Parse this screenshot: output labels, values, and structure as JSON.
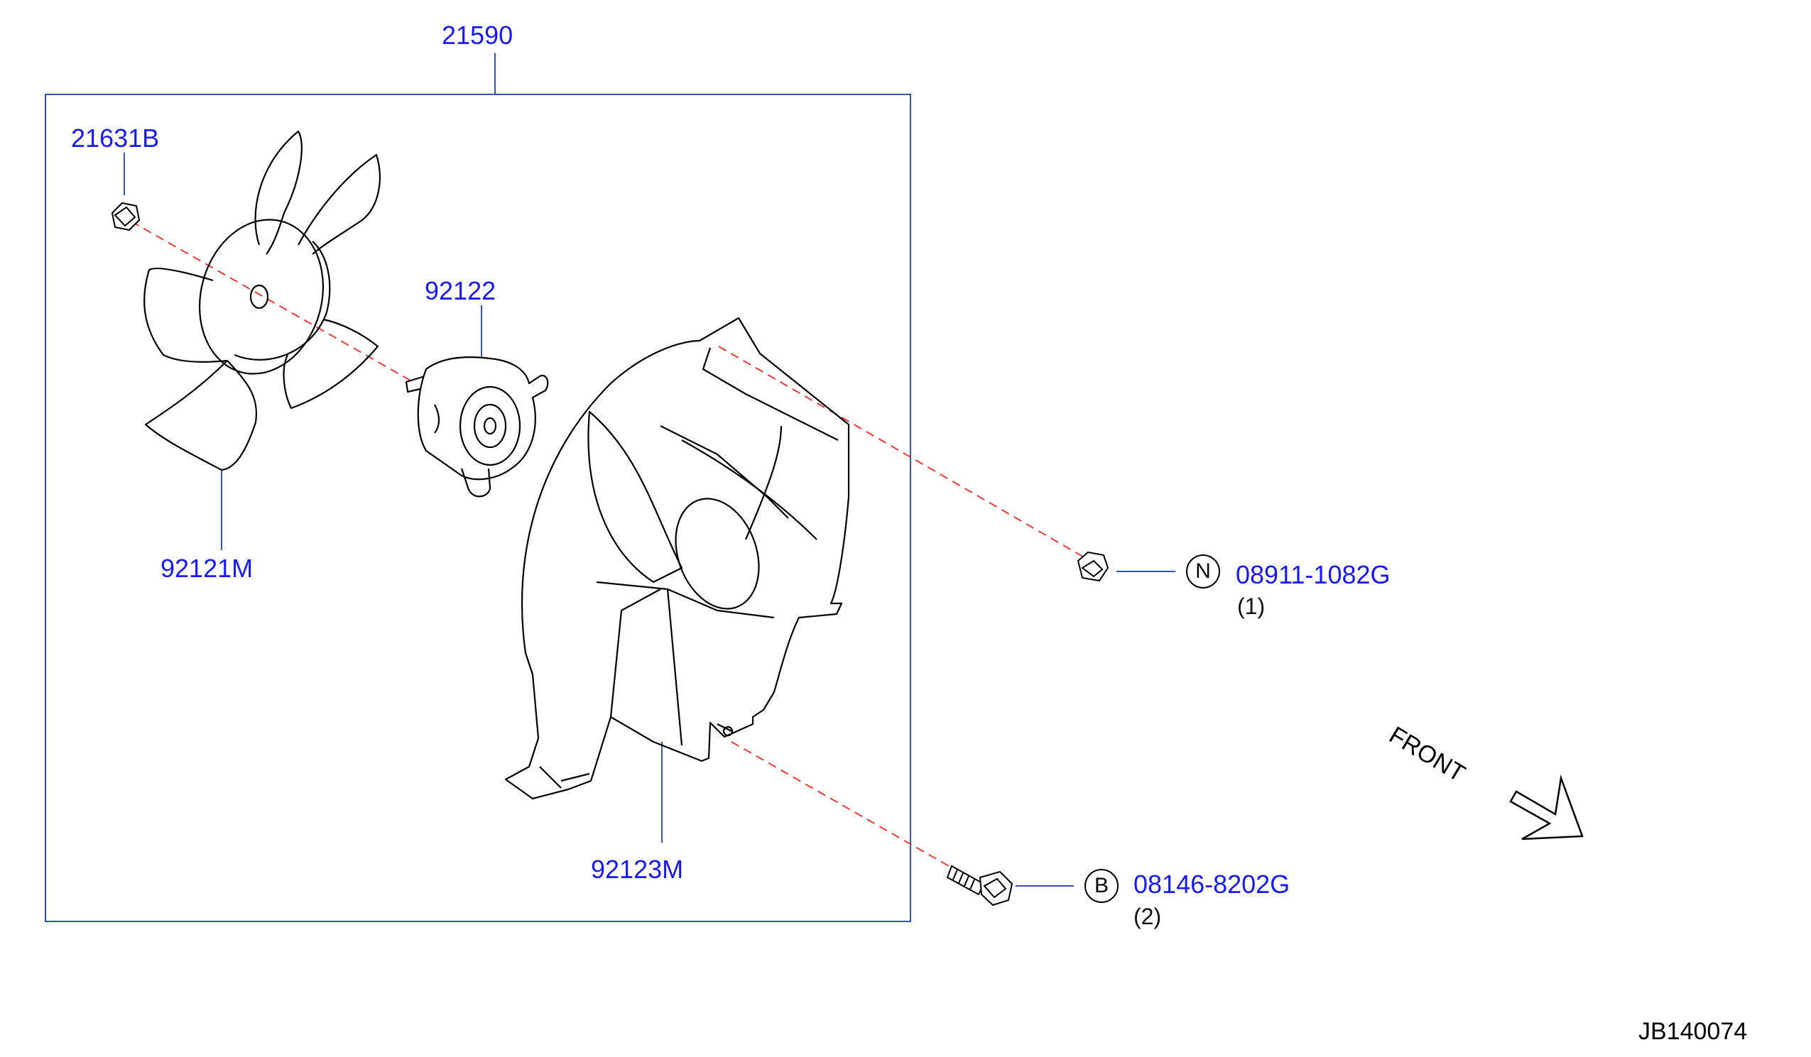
{
  "diagram": {
    "assembly_label": "21590",
    "parts": {
      "nut_small": "21631B",
      "fan_blade": "92121M",
      "motor": "92122",
      "shroud": "92123M"
    },
    "fasteners": {
      "nut": {
        "symbol": "N",
        "part_no": "08911-1082G",
        "qty": "(1)"
      },
      "bolt": {
        "symbol": "B",
        "part_no": "08146-8202G",
        "qty": "(2)"
      }
    },
    "direction_label": "FRONT",
    "drawing_code": "JB140074",
    "colors": {
      "label_blue": "#1a1aee",
      "leader_blue": "#3355aa",
      "dashed_red": "#e23b3b",
      "line_black": "#000000"
    }
  }
}
